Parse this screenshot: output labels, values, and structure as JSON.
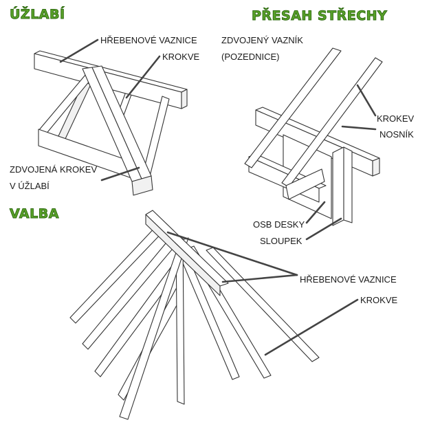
{
  "colors": {
    "title_fill": "#5aa32a",
    "title_outline": "#2f6b12",
    "line": "#333333",
    "leader": "#444444",
    "text": "#1a1a1a"
  },
  "sections": {
    "uzlabi": {
      "title": "ÚŽLABÍ",
      "labels": {
        "hrebenove_vaznice": "HŘEBENOVÉ VAZNICE",
        "krokve": "KROKVE",
        "zdvojena_krokev_1": "ZDVOJENÁ KROKEV",
        "zdvojena_krokev_2": "V ÚŽLABÍ"
      }
    },
    "presah": {
      "title": "PŘESAH STŘECHY",
      "labels": {
        "zdvojeny_vaznik_1": "ZDVOJENÝ VAZNÍK",
        "zdvojeny_vaznik_2": "(POZEDNICE)",
        "krokev": "KROKEV",
        "nosnik": "NOSNÍK",
        "osb_desky": "OSB DESKY",
        "sloupek": "SLOUPEK"
      }
    },
    "valba": {
      "title": "VALBA",
      "labels": {
        "hrebenove_vaznice": "HŘEBENOVÉ VAZNICE",
        "krokve": "KROKVE"
      }
    }
  }
}
